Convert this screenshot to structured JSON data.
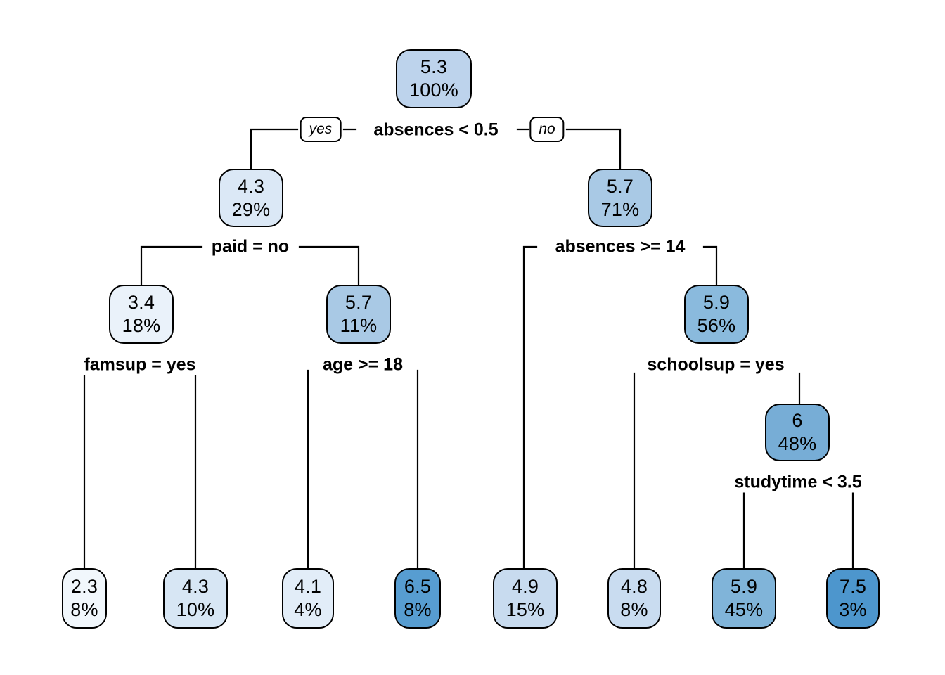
{
  "figure": {
    "background": "#ffffff",
    "branch_color": "#000000",
    "node_border_color": "#000000",
    "text_color": "#000000",
    "palette_low": "#f1f7fc",
    "palette_high": "#4d96cd"
  },
  "tree": {
    "edge_labels": {
      "yes": "yes",
      "no": "no"
    },
    "splits": [
      {
        "label": "absences < 0.5"
      },
      {
        "label": "paid = no"
      },
      {
        "label": "absences >= 14"
      },
      {
        "label": "famsup = yes"
      },
      {
        "label": "age >= 18"
      },
      {
        "label": "schoolsup = yes"
      },
      {
        "label": "studytime < 3.5"
      }
    ],
    "nodes": [
      {
        "role": "root",
        "value": "5.3",
        "percent": "100%",
        "fill": "#bdd3ec"
      },
      {
        "role": "internal",
        "value": "4.3",
        "percent": "29%",
        "fill": "#dbe8f6"
      },
      {
        "role": "internal",
        "value": "5.7",
        "percent": "71%",
        "fill": "#a9c9e5"
      },
      {
        "role": "internal",
        "value": "3.4",
        "percent": "18%",
        "fill": "#eaf2fa"
      },
      {
        "role": "internal",
        "value": "5.7",
        "percent": "11%",
        "fill": "#a9c9e5"
      },
      {
        "role": "internal",
        "value": "5.9",
        "percent": "56%",
        "fill": "#8abadd"
      },
      {
        "role": "internal",
        "value": "6",
        "percent": "48%",
        "fill": "#77add6"
      },
      {
        "role": "leaf",
        "value": "2.3",
        "percent": "8%",
        "fill": "#f1f7fc"
      },
      {
        "role": "leaf",
        "value": "4.3",
        "percent": "10%",
        "fill": "#d7e6f4"
      },
      {
        "role": "leaf",
        "value": "4.1",
        "percent": "4%",
        "fill": "#e2edf8"
      },
      {
        "role": "leaf",
        "value": "6.5",
        "percent": "8%",
        "fill": "#579dd1"
      },
      {
        "role": "leaf",
        "value": "4.9",
        "percent": "15%",
        "fill": "#c8dbef"
      },
      {
        "role": "leaf",
        "value": "4.8",
        "percent": "8%",
        "fill": "#c9dcf0"
      },
      {
        "role": "leaf",
        "value": "5.9",
        "percent": "45%",
        "fill": "#80b4d9"
      },
      {
        "role": "leaf",
        "value": "7.5",
        "percent": "3%",
        "fill": "#4d96cd"
      }
    ]
  }
}
